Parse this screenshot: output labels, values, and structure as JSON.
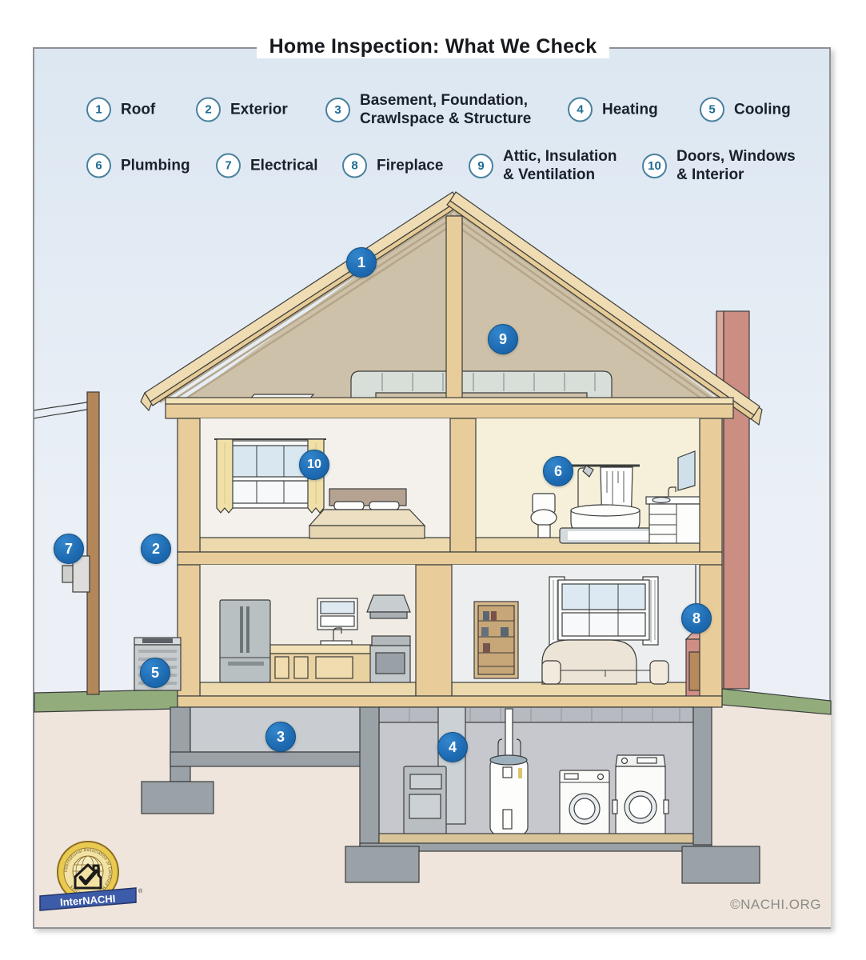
{
  "title": "Home Inspection: What We Check",
  "legend": {
    "items": [
      {
        "number": "1",
        "label": "Roof"
      },
      {
        "number": "2",
        "label": "Exterior"
      },
      {
        "number": "3",
        "label": "Basement, Foundation,\nCrawlspace & Structure"
      },
      {
        "number": "4",
        "label": "Heating"
      },
      {
        "number": "5",
        "label": "Cooling"
      },
      {
        "number": "6",
        "label": "Plumbing"
      },
      {
        "number": "7",
        "label": "Electrical"
      },
      {
        "number": "8",
        "label": "Fireplace"
      },
      {
        "number": "9",
        "label": "Attic, Insulation\n& Ventilation"
      },
      {
        "number": "10",
        "label": "Doors, Windows\n& Interior"
      }
    ]
  },
  "markers": [
    {
      "number": "1",
      "area": "roof"
    },
    {
      "number": "2",
      "area": "exterior"
    },
    {
      "number": "3",
      "area": "basement-foundation-crawlspace-structure"
    },
    {
      "number": "4",
      "area": "heating"
    },
    {
      "number": "5",
      "area": "cooling"
    },
    {
      "number": "6",
      "area": "plumbing"
    },
    {
      "number": "7",
      "area": "electrical"
    },
    {
      "number": "8",
      "area": "fireplace"
    },
    {
      "number": "9",
      "area": "attic-insulation-ventilation"
    },
    {
      "number": "10",
      "area": "doors-windows-interior"
    }
  ],
  "logo": {
    "arc_text": "International Association of Certified Home Inspectors",
    "banner": "InterNACHI",
    "registered": "®"
  },
  "footer": {
    "copyright": "©NACHI.ORG"
  },
  "colors": {
    "marker_blue": "#1d6ab1",
    "legend_teal": "#1d6b94",
    "wood_tan": "#e8cd9b",
    "attic_taupe": "#cec1a9",
    "chimney_brick": "#cc8d83",
    "foundation_gray": "#9aa1a7",
    "grass_green": "#93ac7c",
    "soil_beige": "#efe5dc",
    "sky_blue": "#dce7f1"
  }
}
